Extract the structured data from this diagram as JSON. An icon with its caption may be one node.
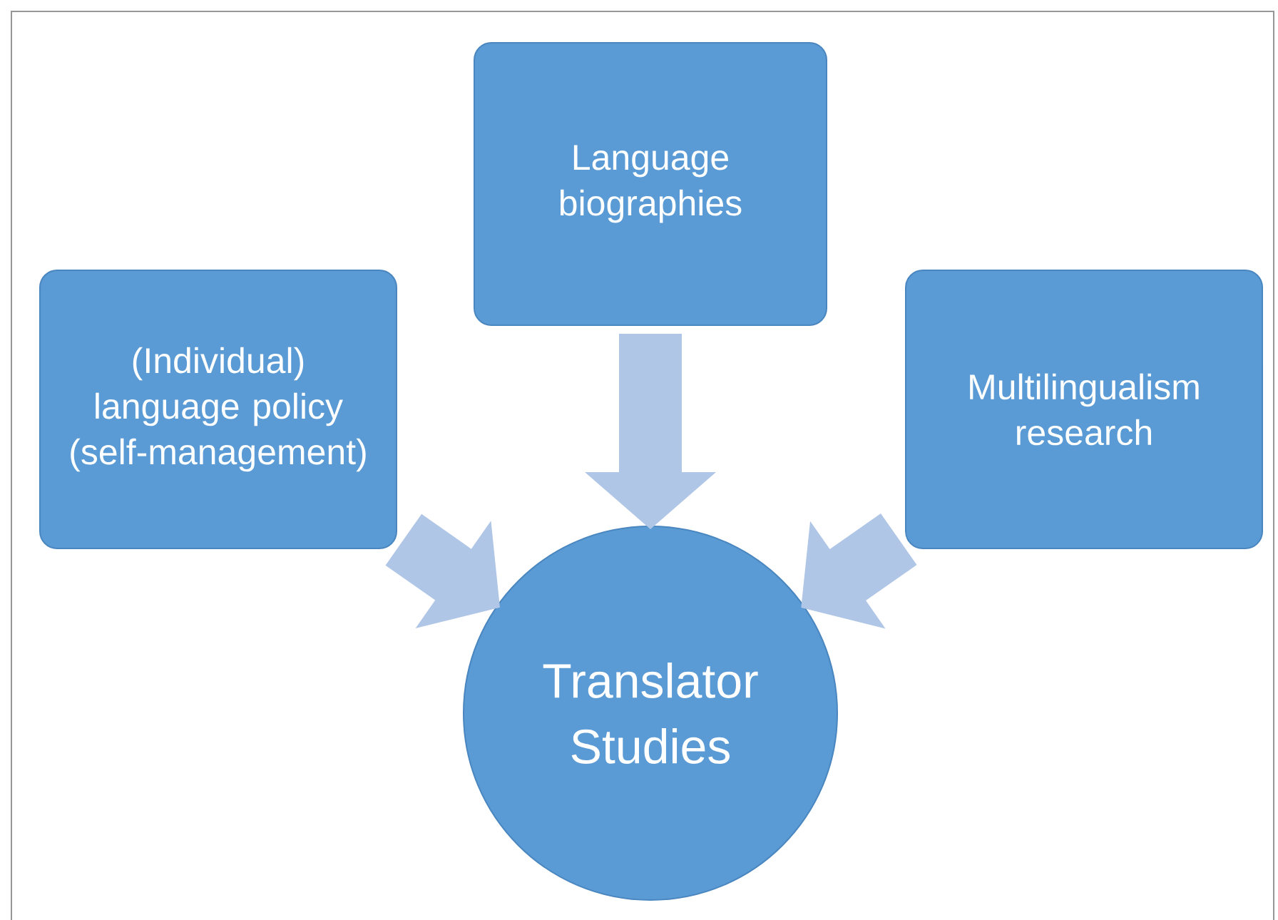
{
  "diagram": {
    "nodes": [
      {
        "text": [
          "(Individual) language policy (self-management)"
        ]
      },
      {
        "text": [
          "Language biographies"
        ]
      },
      {
        "text": [
          "Multilingualism research"
        ]
      },
      {
        "text": [
          "Translator Studies"
        ]
      }
    ],
    "edges": [
      {
        "from": 0,
        "to": 3,
        "arrow": "to"
      },
      {
        "from": 1,
        "to": 3,
        "arrow": "to"
      },
      {
        "from": 2,
        "to": 3,
        "arrow": "to"
      }
    ]
  }
}
